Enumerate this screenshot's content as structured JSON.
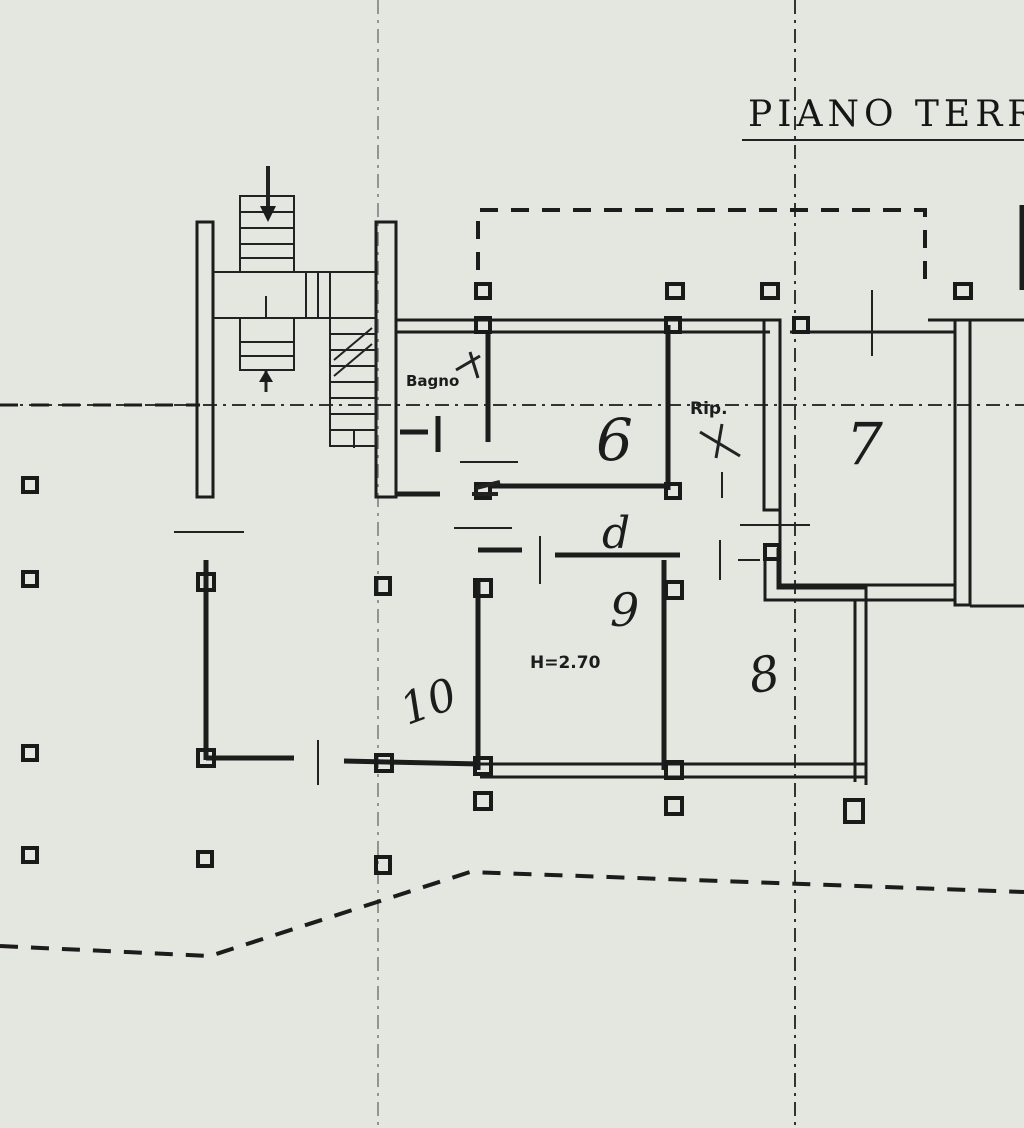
{
  "title": "PIANO TERRA",
  "labels": {
    "bagno": "Bagno",
    "rip": "Rip.",
    "height": "H=2.70"
  },
  "rooms": [
    "6",
    "7",
    "d",
    "9",
    "8",
    "10"
  ],
  "colors": {
    "ink": "#1c1c1c",
    "paper": "#e4e6e0"
  }
}
